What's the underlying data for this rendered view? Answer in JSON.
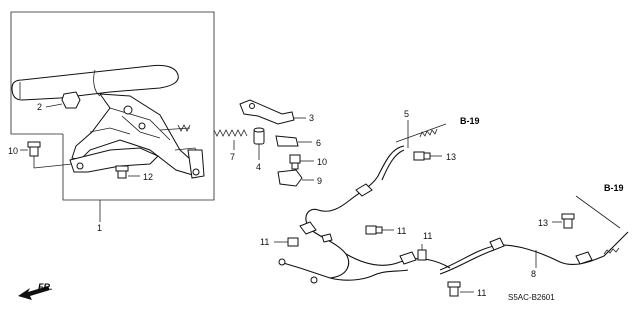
{
  "callouts": {
    "c1": "1",
    "c2": "2",
    "c3": "3",
    "c4": "4",
    "c5": "5",
    "c6": "6",
    "c7": "7",
    "c8": "8",
    "c9": "9",
    "c10a": "10",
    "c10b": "10",
    "c11a": "11",
    "c11b": "11",
    "c11c": "11",
    "c11d": "11",
    "c12": "12",
    "c13a": "13",
    "c13b": "13"
  },
  "references": {
    "b19_upper": "B-19",
    "b19_right": "B-19"
  },
  "front_marker": {
    "label": "FR."
  },
  "diagram_code": "S5AC-B2601"
}
